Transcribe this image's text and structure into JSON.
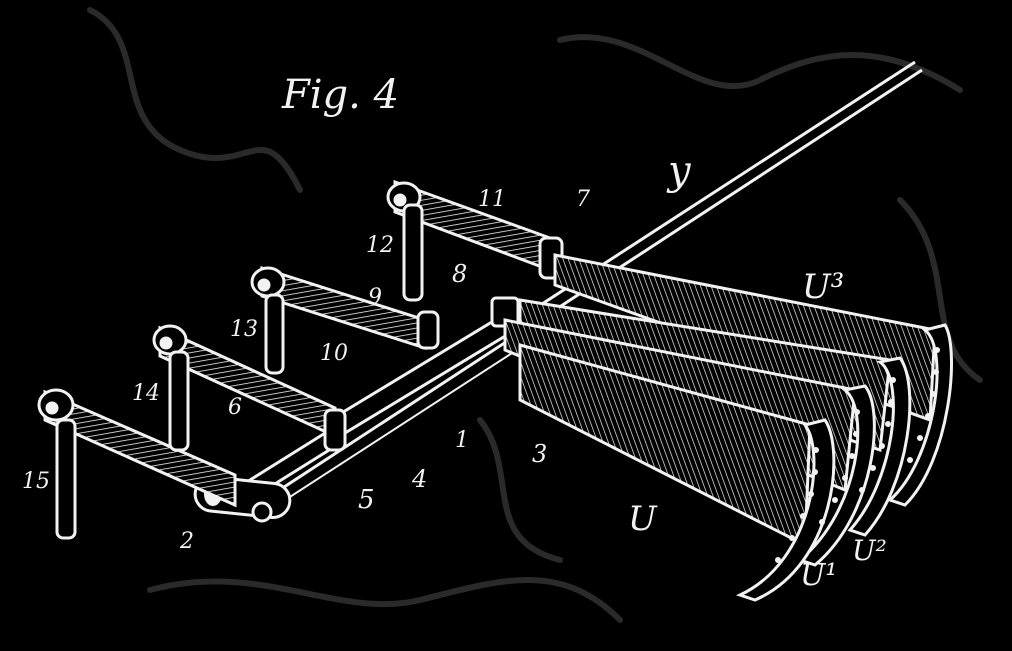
{
  "figure": {
    "title": "Fig. 4",
    "ink_color": "#f2f2f2",
    "background_color": "#000000",
    "labels": {
      "y": "y",
      "n11": "11",
      "n7": "7",
      "n12": "12",
      "n8": "8",
      "n9": "9",
      "n13": "13",
      "n10": "10",
      "n14": "14",
      "n6": "6",
      "n1": "1",
      "n3": "3",
      "n4": "4",
      "n5": "5",
      "n15": "15",
      "n2": "2",
      "U": "U",
      "U1": "U¹",
      "U2": "U²",
      "U3": "U³"
    }
  }
}
